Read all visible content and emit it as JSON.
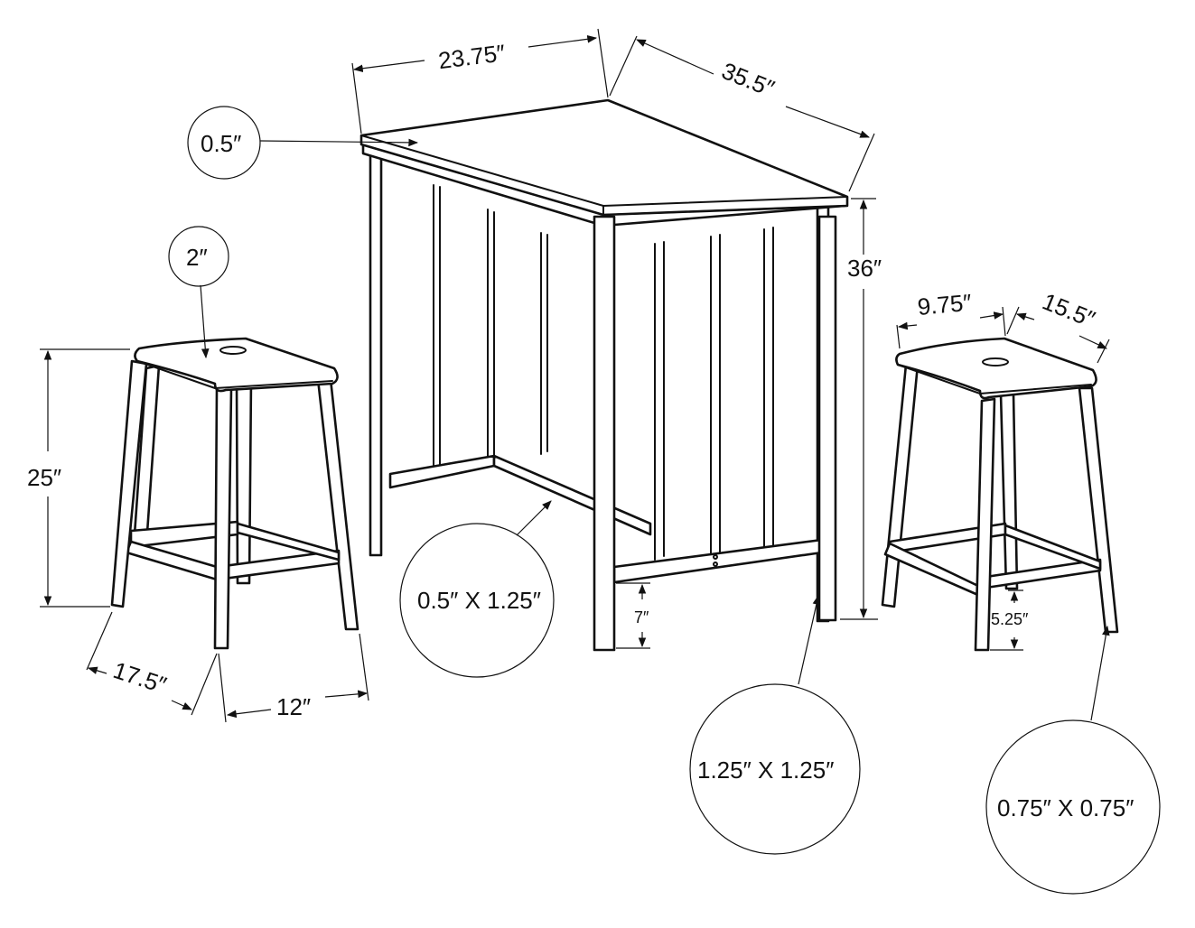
{
  "diagram": {
    "subject": "3-piece counter-height dining set: table and two stools",
    "table": {
      "width": "23.75″",
      "depth": "35.5″",
      "height": "36″",
      "top_thickness": "0.5″",
      "floor_clearance": "7″",
      "stretcher_size": "0.5″ X 1.25″",
      "leg_size": "1.25″ X 1.25″"
    },
    "stool_left": {
      "height": "25″",
      "seat_thickness": "2″",
      "base_depth": "17.5″",
      "base_width": "12″"
    },
    "stool_right": {
      "seat_width": "9.75″",
      "seat_depth": "15.5″",
      "footrest_height": "5.25″",
      "leg_size": "0.75″ X 0.75″"
    }
  },
  "colors": {
    "line": "#111111",
    "background": "#ffffff"
  }
}
